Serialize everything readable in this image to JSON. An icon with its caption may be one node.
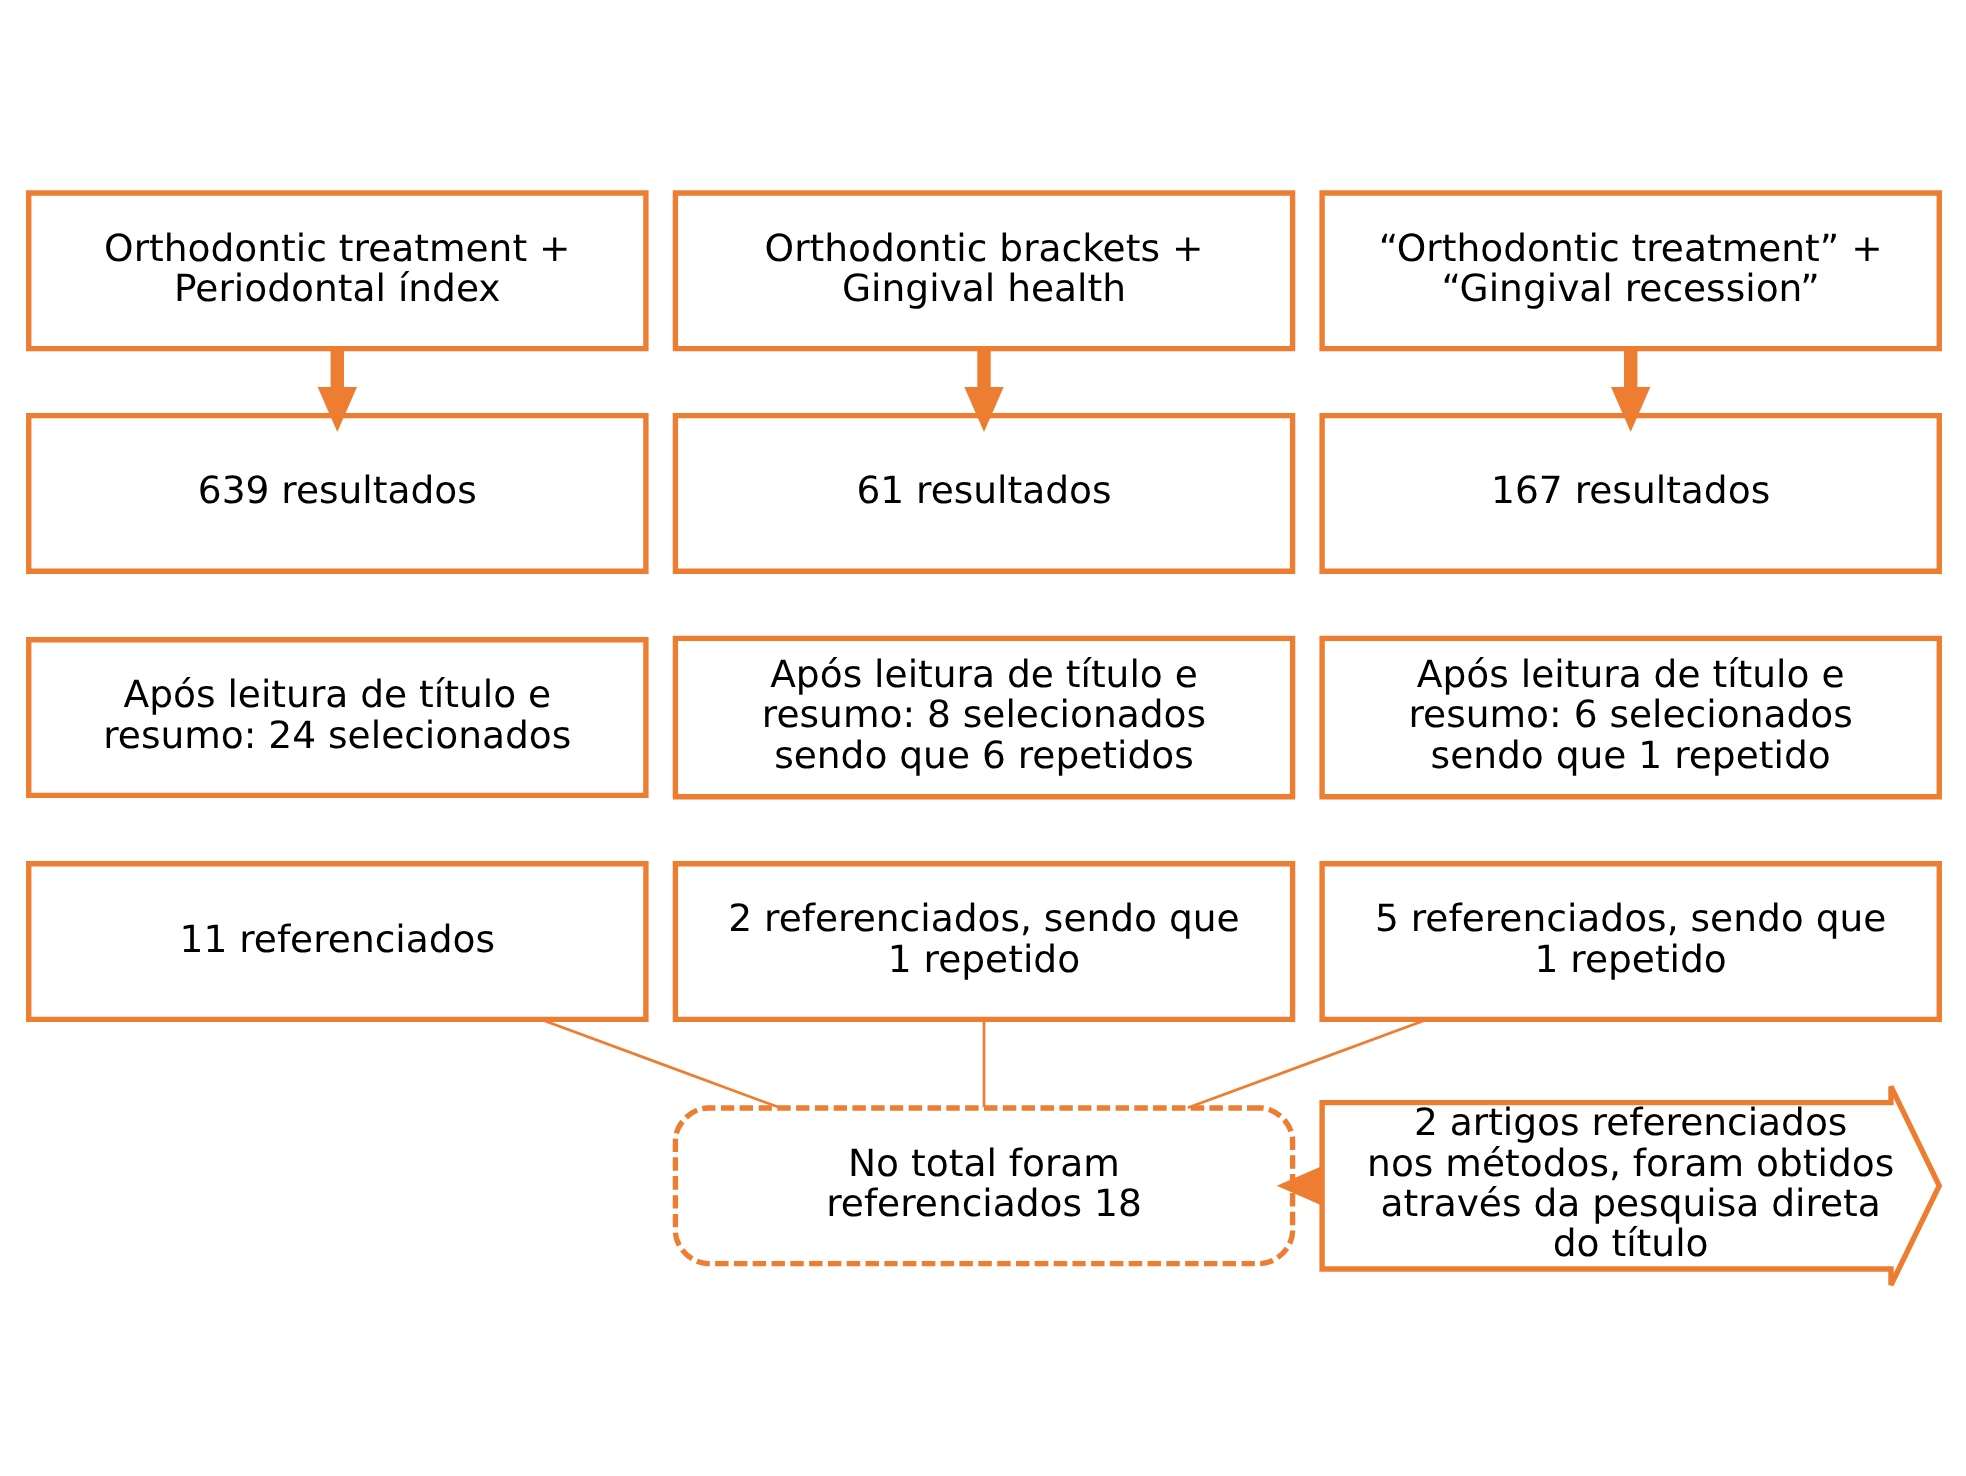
{
  "diagram": {
    "nodes": [
      {
        "text": [
          "Orthodontic treatment + Periodontal índex"
        ]
      },
      {
        "text": [
          "Orthodontic brackets + Gingival health"
        ]
      },
      {
        "text": [
          "“Orthodontic treatment” + “Gingival recession”"
        ]
      },
      {
        "text": [
          "639 resultados"
        ]
      },
      {
        "text": [
          "61 resultados"
        ]
      },
      {
        "text": [
          "167 resultados"
        ]
      },
      {
        "text": [
          "Após leitura de título e resumo: 24 selecionados"
        ]
      },
      {
        "text": [
          "Após leitura de título e resumo: 8 selecionados sendo que 6 repetidos"
        ]
      },
      {
        "text": [
          "Após leitura de título e resumo: 6 selecionados sendo que 1 repetido"
        ]
      },
      {
        "text": [
          "11 referenciados"
        ]
      },
      {
        "text": [
          "2 referenciados, sendo que 1 repetido"
        ]
      },
      {
        "text": [
          "5 referenciados, sendo que 1 repetido"
        ]
      },
      {
        "text": [
          "No total foram referenciados 18"
        ]
      },
      {
        "text": [
          "2 artigos referenciados nos métodos, foram obtidos através da pesquisa direta do título"
        ]
      }
    ],
    "edges": [
      {
        "from": 0,
        "to": 3,
        "arrow": "to",
        "style": "thick"
      },
      {
        "from": 1,
        "to": 4,
        "arrow": "to",
        "style": "thick"
      },
      {
        "from": 2,
        "to": 5,
        "arrow": "to",
        "style": "thick"
      },
      {
        "from": 9,
        "to": 12,
        "arrow": "none"
      },
      {
        "from": 10,
        "to": 12,
        "arrow": "none"
      },
      {
        "from": 11,
        "to": 12,
        "arrow": "none"
      },
      {
        "from": 13,
        "to": 12,
        "arrow": "to",
        "style": "thick"
      }
    ]
  }
}
